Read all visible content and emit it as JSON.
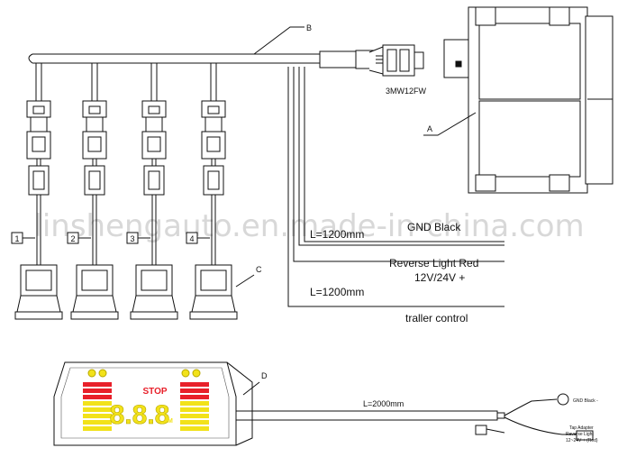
{
  "watermark": "linshengauto.en.made-in-china.com",
  "labels": {
    "A": "A",
    "B": "B",
    "C": "C",
    "D": "D",
    "connector_part": "3MW12FW",
    "gnd": "GND Black",
    "len1": "L=1200mm",
    "reverse": "Reverse Light Red",
    "voltage": "12V/24V +",
    "len2": "L=1200mm",
    "trailer": "traller control",
    "len3": "L=2000mm",
    "display_gnd": "GND Black -",
    "tap_title": "Tap Adapter",
    "tap_line1": "Reverse Light",
    "tap_line2": "12~24V + (Red)"
  },
  "sensors": [
    "1",
    "2",
    "3",
    "4"
  ],
  "display": {
    "stop_text": "STOP",
    "digits": "8.8.8",
    "unit": "M"
  },
  "colors": {
    "line": "#111111",
    "bar_red": "#e8202a",
    "bar_yellow": "#f2e21a",
    "display_bg": "#ffffff"
  }
}
